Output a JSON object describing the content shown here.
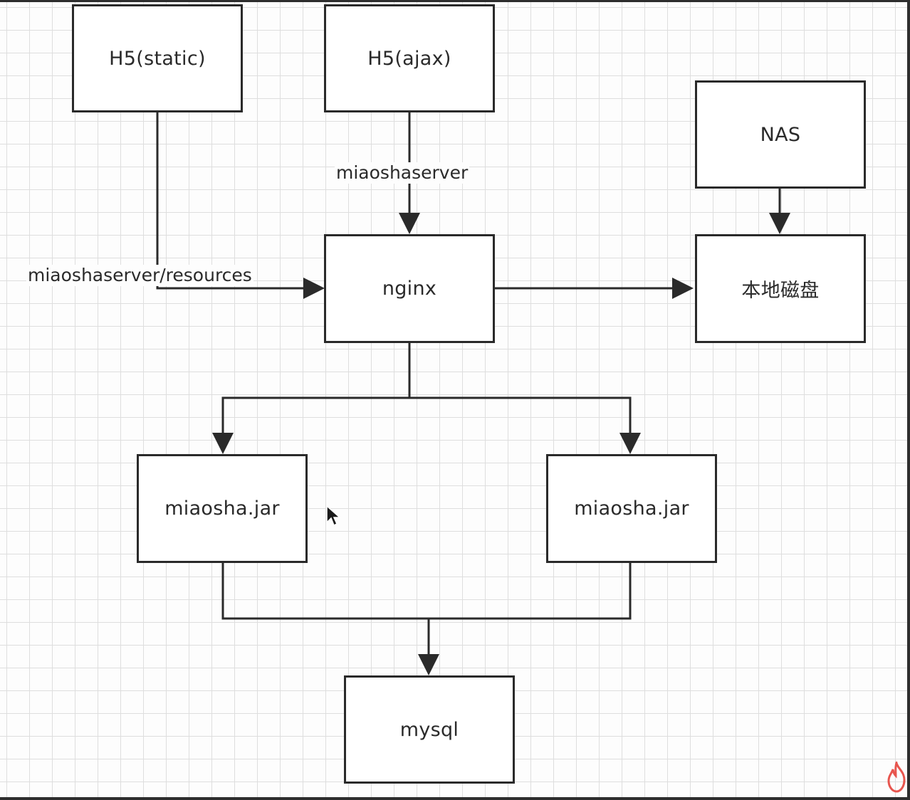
{
  "nodes": {
    "h5_static": "H5(static)",
    "h5_ajax": "H5(ajax)",
    "nas": "NAS",
    "nginx": "nginx",
    "local_disk": "本地磁盘",
    "jar_left": "miaosha.jar",
    "jar_right": "miaosha.jar",
    "mysql": "mysql"
  },
  "edges": {
    "ajax_to_nginx": "miaoshaserver",
    "static_to_nginx": "miaoshaserver/resources"
  },
  "colors": {
    "line": "#2a2a2a",
    "grid": "#dedede",
    "watermark": "#e8554e"
  },
  "icons": {
    "cursor": "mouse-pointer-icon",
    "watermark": "flame-logo-icon"
  }
}
